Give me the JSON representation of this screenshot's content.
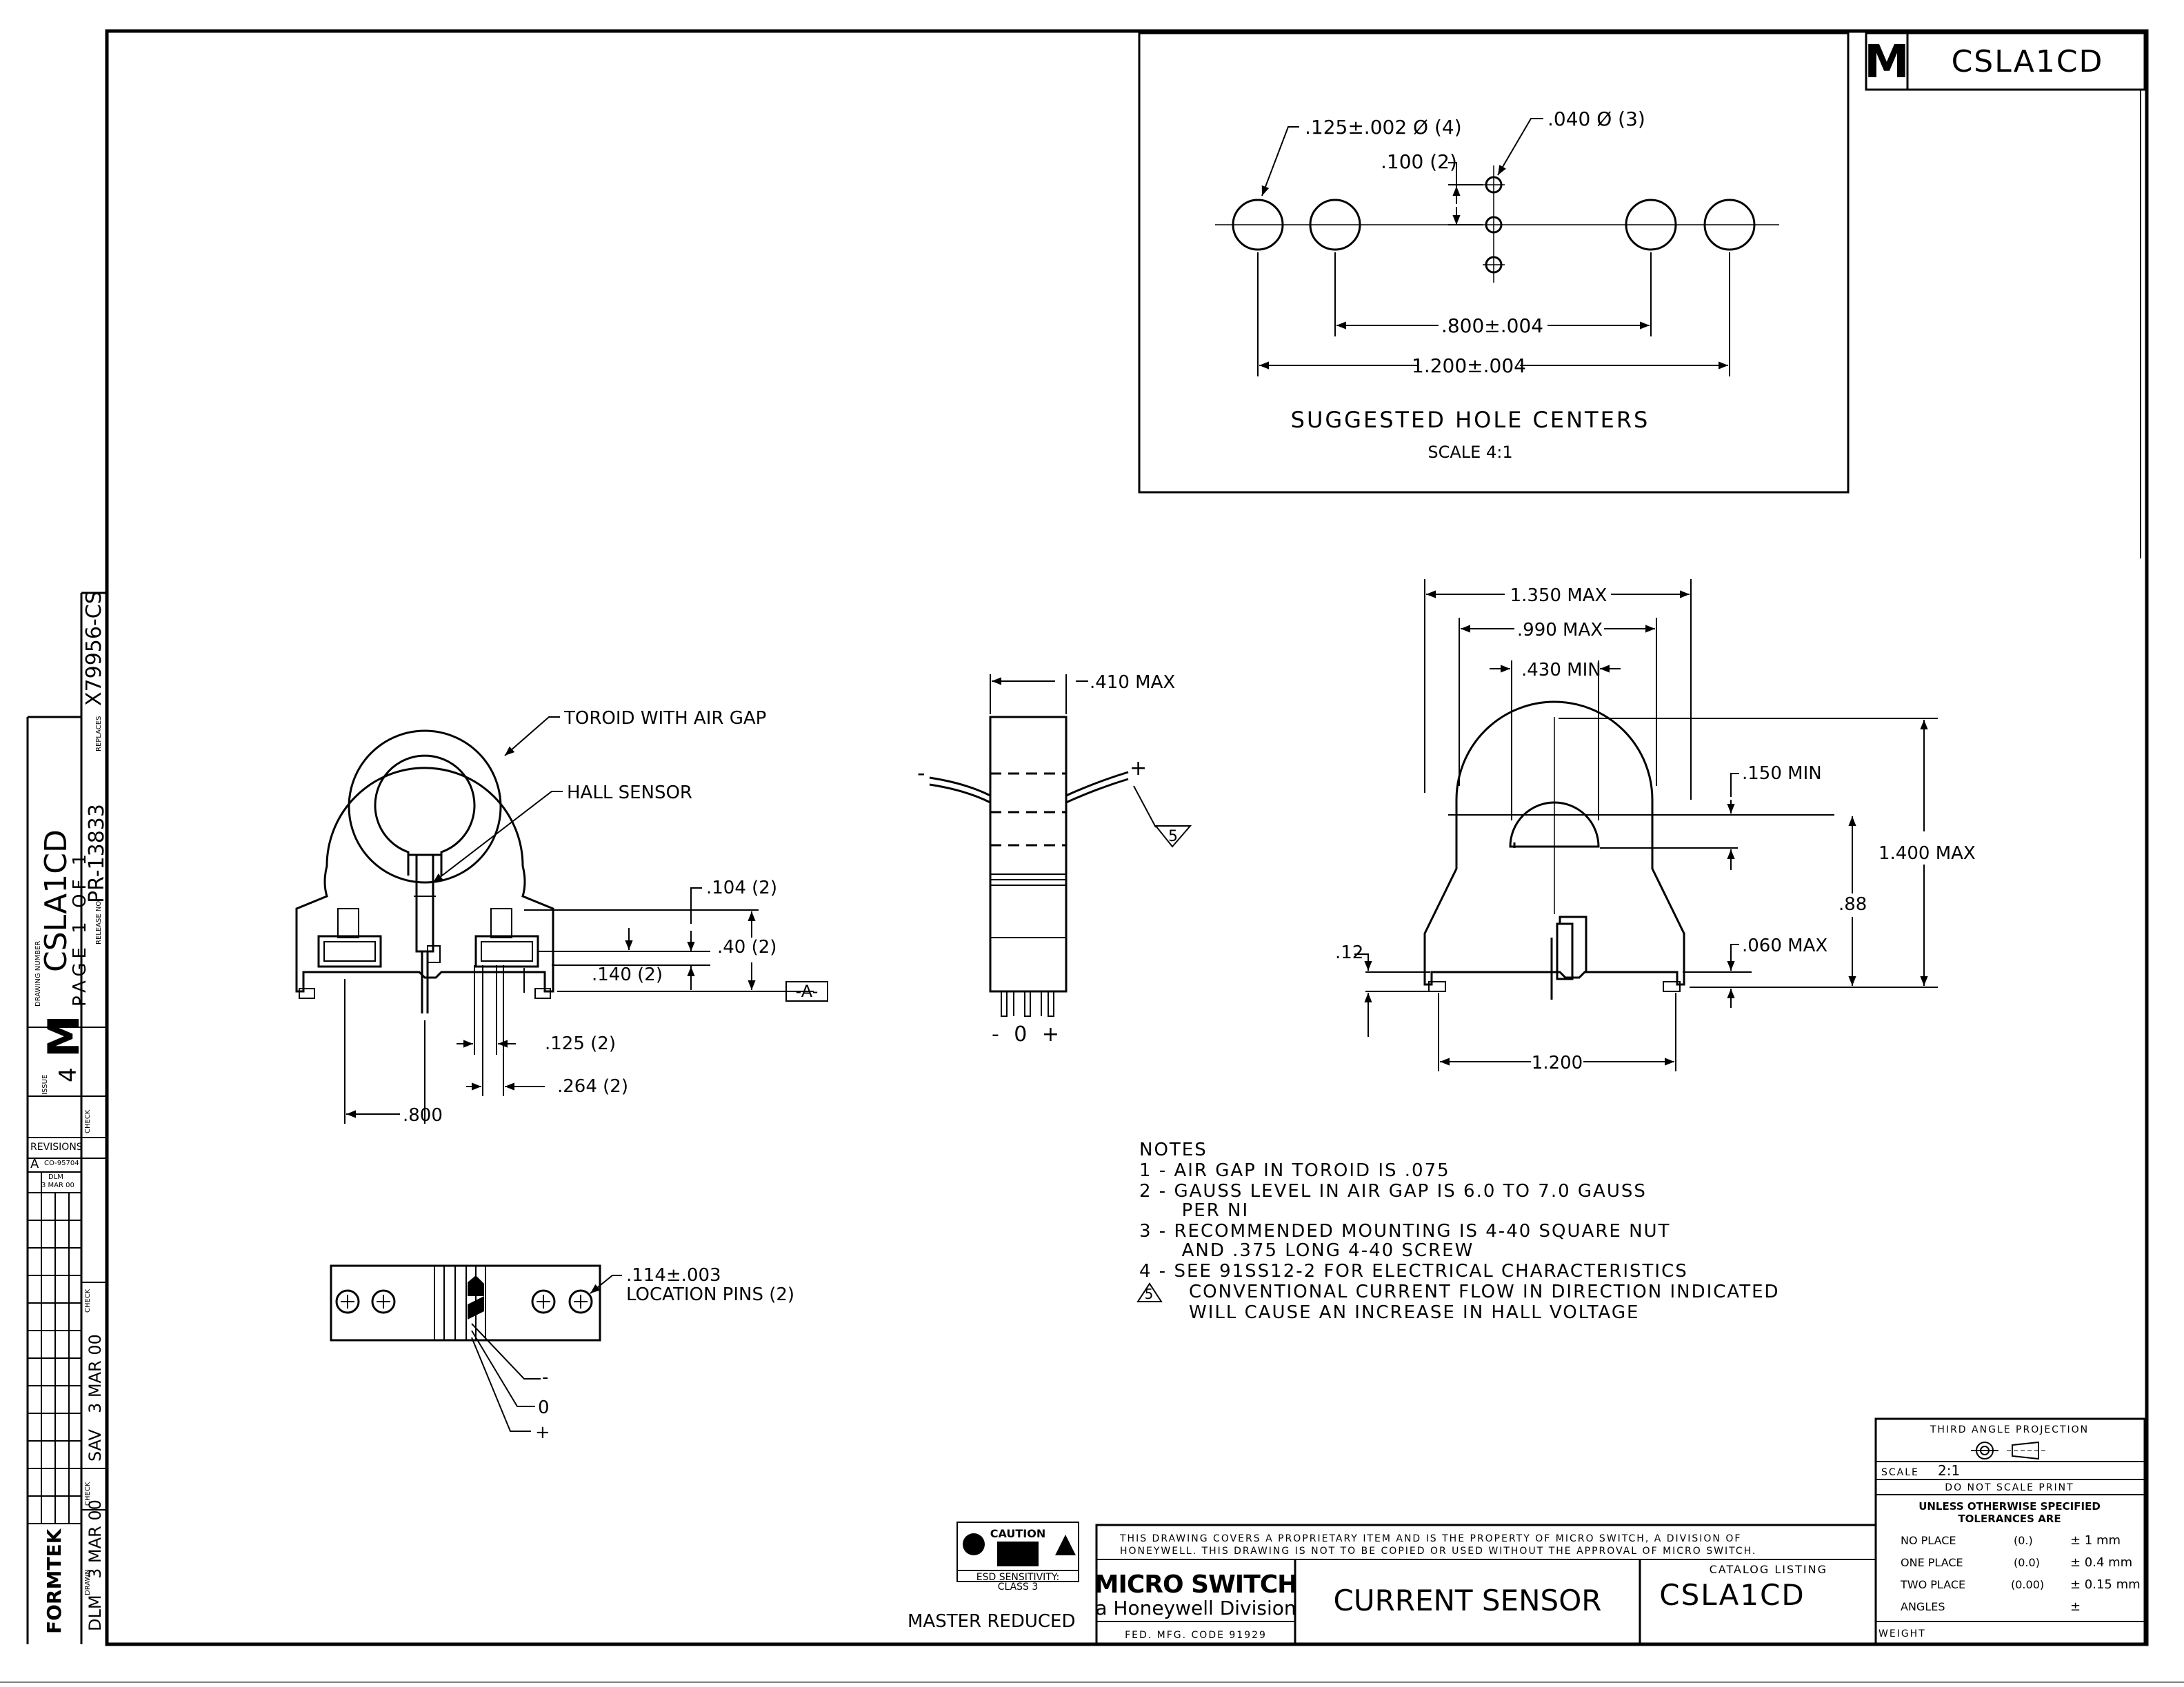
{
  "title_block": {
    "m_logo": "M",
    "catalog_number": "CSLA1CD",
    "drawing_title": "CURRENT SENSOR",
    "catalog_listing_label": "CATALOG LISTING",
    "catalog_listing_value": "CSLA1CD",
    "proprietary_line1": "THIS DRAWING COVERS A PROPRIETARY ITEM AND IS THE PROPERTY OF MICRO SWITCH, A DIVISION OF",
    "proprietary_line2": "HONEYWELL. THIS DRAWING IS NOT TO BE COPIED OR USED WITHOUT THE APPROVAL OF MICRO SWITCH.",
    "company_name": "MICRO SWITCH",
    "company_sub": "a Honeywell Division",
    "fed_code": "FED. MFG. CODE 91929",
    "master_reduced": "MASTER REDUCED",
    "esd_caution": "CAUTION",
    "esd_sensitivity_line1": "ESD SENSITIVITY:",
    "esd_sensitivity_line2": "CLASS 3",
    "projection": "THIRD ANGLE PROJECTION",
    "scale_label": "SCALE",
    "scale_value": "2:1",
    "do_not_scale": "DO NOT SCALE PRINT",
    "tolerance_header1": "UNLESS OTHERWISE SPECIFIED",
    "tolerance_header2": "TOLERANCES ARE",
    "tolerances": [
      {
        "label": "NO PLACE",
        "format": "(0.)",
        "value": "± 1 mm"
      },
      {
        "label": "ONE PLACE",
        "format": "(0.0)",
        "value": "± 0.4 mm"
      },
      {
        "label": "TWO PLACE",
        "format": "(0.00)",
        "value": "± 0.15 mm"
      },
      {
        "label": "ANGLES",
        "format": "",
        "value": "±"
      }
    ],
    "weight_label": "WEIGHT"
  },
  "side_strip": {
    "formtek": "FORMTEK",
    "drawn_by": "DLM",
    "drawn_date": "3 MAR 00",
    "checked_by": "SAV",
    "checked_date": "3 MAR 00",
    "issue": "4",
    "drawing_number": "CSLA1CD",
    "page": "PAGE 1 OF 1",
    "release_no": "PR-13833",
    "replaces": "X79956-CS",
    "label_issue": "ISSUE",
    "label_drawing_number": "DRAWING NUMBER",
    "label_release": "RELEASE NO",
    "label_replaces": "REPLACES",
    "label_check": "CHECK",
    "label_drawn": "DRAWN",
    "revisions_label": "REVISIONS",
    "rev_letter": "A",
    "rev_co": "CO-95704",
    "rev_by": "DLM",
    "rev_date": "3 MAR 00"
  },
  "hole_centers": {
    "title": "SUGGESTED HOLE CENTERS",
    "scale": "SCALE 4:1",
    "dim_large_hole": ".125±.002 Ø (4)",
    "dim_small_hole": ".040 Ø (3)",
    "dim_pitch": ".100 (2)",
    "dim_inner": ".800±.004",
    "dim_outer": "1.200±.004"
  },
  "front_view": {
    "toroid_label": "TOROID WITH AIR GAP",
    "hall_label": "HALL SENSOR",
    "dim_104": ".104 (2)",
    "dim_40": ".40 (2)",
    "dim_140": ".140 (2)",
    "datum": "-A-",
    "dim_125": ".125 (2)",
    "dim_264": ".264 (2)",
    "dim_800": ".800"
  },
  "side_view": {
    "dim_410": ".410 MAX",
    "minus": "-",
    "plus": "+",
    "flag": "5",
    "pin_labels": "- 0 +"
  },
  "right_view": {
    "dim_1350": "1.350 MAX",
    "dim_990": ".990 MAX",
    "dim_430": ".430 MIN",
    "dim_150": ".150 MIN",
    "dim_1400": "1.400 MAX",
    "dim_88": ".88",
    "dim_060": ".060 MAX",
    "dim_12": ".12",
    "dim_1200": "1.200"
  },
  "bottom_view": {
    "pins_label1": ".114±.003",
    "pins_label2": "LOCATION PINS (2)",
    "lead_minus": "-",
    "lead_zero": "0",
    "lead_plus": "+"
  },
  "notes": {
    "title": "NOTES",
    "lines": [
      "1 - AIR GAP IN TOROID IS .075",
      "2 - GAUSS LEVEL IN AIR GAP IS 6.0 TO 7.0 GAUSS",
      "      PER NI",
      "3 - RECOMMENDED MOUNTING IS 4-40 SQUARE NUT",
      "      AND .375 LONG 4-40 SCREW",
      "4 - SEE 91SS12-2 FOR ELECTRICAL CHARACTERISTICS"
    ],
    "flag_number": "5",
    "flag_line1": "CONVENTIONAL CURRENT FLOW IN DIRECTION INDICATED",
    "flag_line2": "WILL CAUSE AN INCREASE IN HALL VOLTAGE"
  }
}
